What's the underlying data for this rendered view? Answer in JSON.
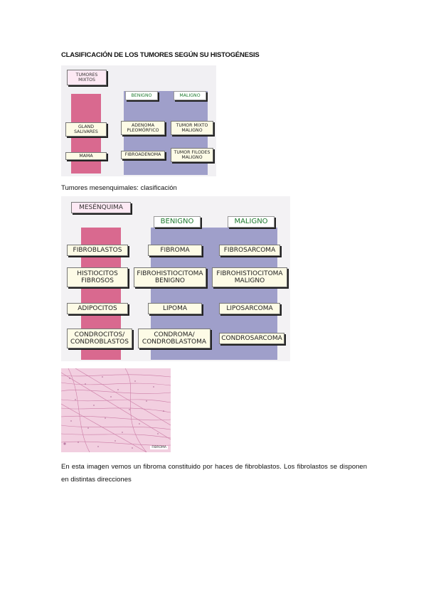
{
  "title": "CLASIFICACIÓN DE LOS TUMORES SEGÚN SU HISTOGÉNESIS",
  "diagram1": {
    "header": "TUMORES\nMIXTOS",
    "benign_header": "BENIGNO",
    "malign_header": "MALIGNO",
    "rows": [
      {
        "origin": "GLAND\nSALIVARES",
        "benign": "ADENOMA\nPLEOMÓRFICO",
        "malign": "TUMOR MIXTO\nMALIGNO"
      },
      {
        "origin": "MAMA",
        "benign": "FIBROADENOMA",
        "malign": "TUMOR FILODES\nMALIGNO"
      }
    ]
  },
  "caption2": "Tumores mesenquimales: clasificación",
  "diagram2": {
    "header": "MESÉNQUIMA",
    "benign_header": "BENIGNO",
    "malign_header": "MALIGNO",
    "rows": [
      {
        "origin": "FIBROBLASTOS",
        "benign": "FIBROMA",
        "malign": "FIBROSARCOMA"
      },
      {
        "origin": "HISTIOCITOS\nFIBROSOS",
        "benign": "FIBROHISTIOCITOMA\nBENIGNO",
        "malign": "FIBROHISTIOCITOMA\nMALIGNO"
      },
      {
        "origin": "ADIPOCITOS",
        "benign": "LIPOMA",
        "malign": "LIPOSARCOMA"
      },
      {
        "origin": "CONDROCITOS/\nCONDROBLASTOS",
        "benign": "CONDROMA/\nCONDROBLASTOMA",
        "malign": "CONDROSARCOMA"
      }
    ]
  },
  "photo_label": "FIBROMA",
  "paragraph": "En esta imagen vemos un fibroma constituido por haces de fibroblastos. Los fibrolastos se disponen en distintas direcciones",
  "colors": {
    "pink_bar": "#d9698f",
    "violet_panel": "#9f9fca",
    "header_green": "#1d7a2e",
    "box_fill": "#fdfbe6"
  }
}
